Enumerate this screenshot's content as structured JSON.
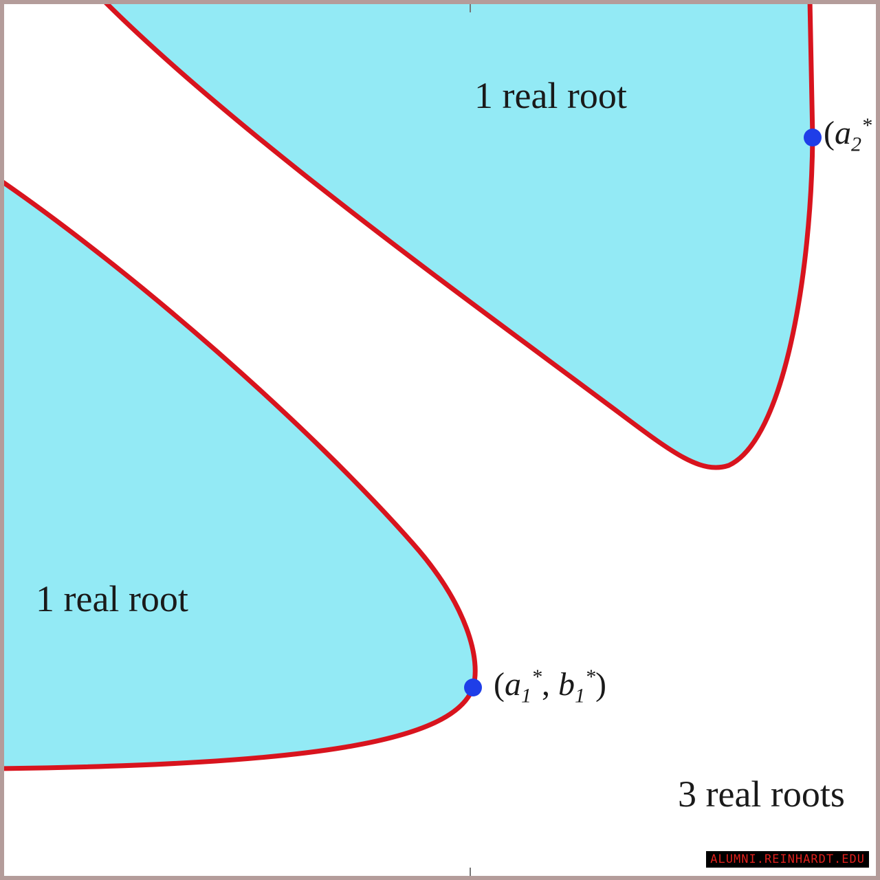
{
  "regions": {
    "upper": "1 real root",
    "lower_left": "1 real root",
    "lower_right": "3 real roots"
  },
  "points": {
    "p1": {
      "open": "(",
      "a": "a",
      "a_sub": "1",
      "a_sup": "*",
      "sep": ", ",
      "b": "b",
      "b_sub": "1",
      "b_sup": "*",
      "close": ")"
    },
    "p2": {
      "open": "(",
      "a": "a",
      "a_sub": "2",
      "a_sup": "*"
    }
  },
  "watermark": "ALUMNI.REINHARDT.EDU",
  "colors": {
    "fill": "#93eaf5",
    "curve": "#d8141e",
    "point": "#1f3ee8",
    "frame": "#b49c9a"
  }
}
